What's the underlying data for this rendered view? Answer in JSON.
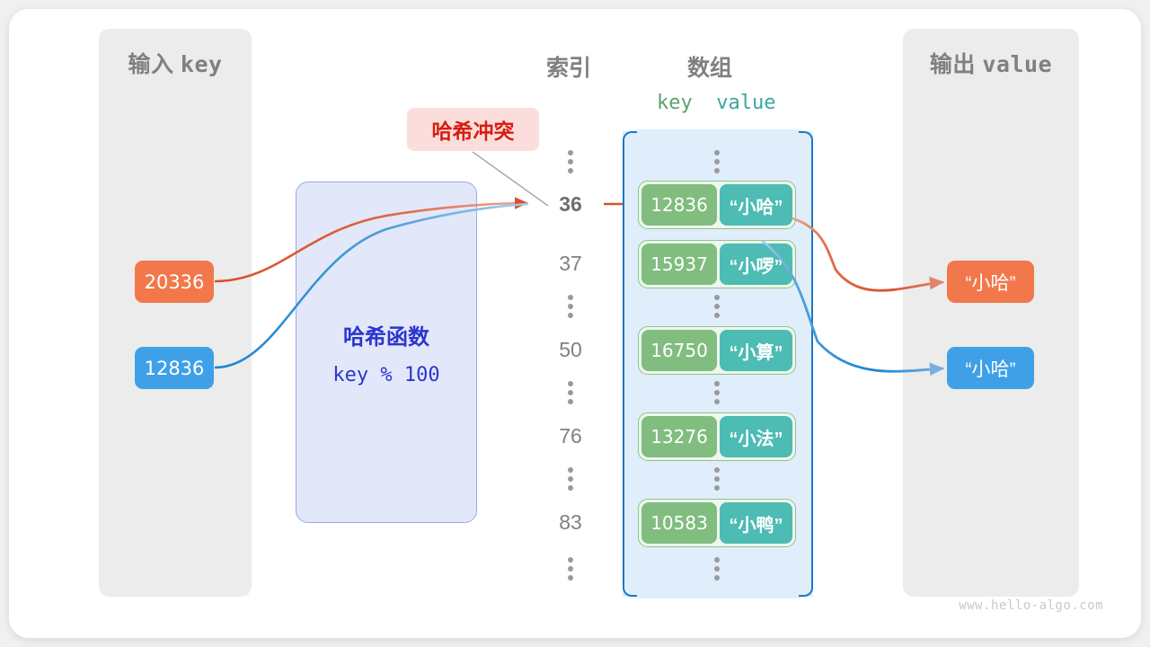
{
  "panels": {
    "input": {
      "title_cn": "输入",
      "title_mono": "key"
    },
    "output": {
      "title_cn": "输出",
      "title_mono": "value"
    }
  },
  "headings": {
    "index": "索引",
    "array": "数组",
    "key": "key",
    "value": "value"
  },
  "hash_function": {
    "title": "哈希函数",
    "expression": "key % 100"
  },
  "annotation": {
    "collision_label": "哈希冲突"
  },
  "input_keys": [
    {
      "value": "20336",
      "color": "#f2784b"
    },
    {
      "value": "12836",
      "color": "#3fa0e8"
    }
  ],
  "output_values": [
    {
      "value": "“小哈”",
      "color": "#f2784b"
    },
    {
      "value": "“小哈”",
      "color": "#3fa0e8"
    }
  ],
  "indices": [
    {
      "label": "36",
      "highlight": true
    },
    {
      "label": "37",
      "highlight": false
    },
    {
      "label": "50",
      "highlight": false
    },
    {
      "label": "76",
      "highlight": false
    },
    {
      "label": "83",
      "highlight": false
    }
  ],
  "buckets": [
    {
      "key": "12836",
      "value": "“小哈”"
    },
    {
      "key": "15937",
      "value": "“小啰”"
    },
    {
      "key": "16750",
      "value": "“小算”"
    },
    {
      "key": "13276",
      "value": "“小法”"
    },
    {
      "key": "10583",
      "value": "“小鸭”"
    }
  ],
  "colors": {
    "key_cell": "#80bd7f",
    "value_cell": "#4cbcb4",
    "array_fill": "#e0eefb",
    "array_bracket": "#1a78c8",
    "hash_box_fill": "#e3e7fa",
    "hash_box_text": "#2b36cf",
    "collision_bg": "#fbdedb",
    "collision_text": "#d61d11",
    "panel_bg": "#ececec",
    "orange": "#f2784b",
    "blue": "#3fa0e8"
  },
  "watermark": "www.hello-algo.com"
}
